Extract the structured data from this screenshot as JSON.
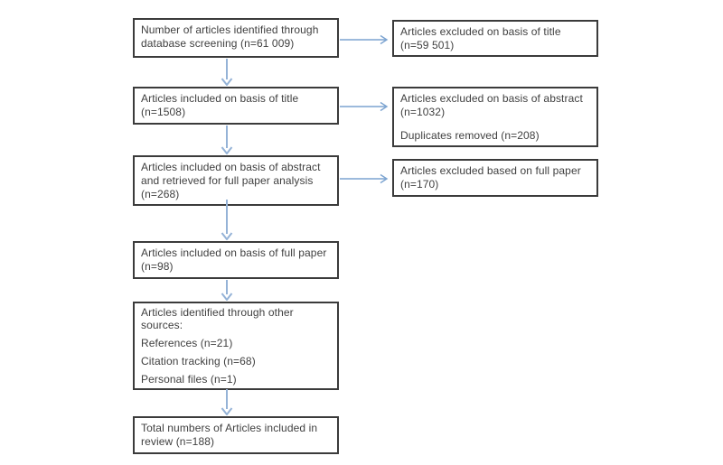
{
  "colors": {
    "background": "#ffffff",
    "box_border": "#3b3b3b",
    "text": "#3f3f3f",
    "arrow_vertical": "#95b3d7",
    "arrow_horizontal": "#7ba3d0"
  },
  "flow": {
    "main_column": [
      {
        "id": "identified",
        "paragraphs": [
          "Number of articles identified through database screening (n=61 009)"
        ]
      },
      {
        "id": "included_title",
        "paragraphs": [
          "Articles included on basis of title (n=1508)"
        ]
      },
      {
        "id": "included_abstract",
        "paragraphs": [
          "Articles included on basis of abstract and retrieved for full paper analysis (n=268)"
        ]
      },
      {
        "id": "included_full_paper",
        "paragraphs": [
          "Articles included on basis of full paper (n=98)"
        ]
      },
      {
        "id": "other_sources",
        "paragraphs": [
          "Articles identified through other sources:",
          "References  (n=21)",
          "Citation tracking (n=68)",
          "Personal  files (n=1)"
        ]
      },
      {
        "id": "total_included",
        "paragraphs": [
          "Total numbers  of Articles included in review (n=188)"
        ]
      }
    ],
    "excluded_column": [
      {
        "id": "excluded_title",
        "paragraphs": [
          "Articles excluded on basis of title (n=59 501)"
        ]
      },
      {
        "id": "excluded_abstract",
        "paragraphs": [
          "Articles excluded on basis of abstract (n=1032)",
          "Duplicates removed (n=208)"
        ]
      },
      {
        "id": "excluded_full_paper",
        "paragraphs": [
          "Articles excluded based on full paper (n=170)"
        ]
      }
    ]
  }
}
